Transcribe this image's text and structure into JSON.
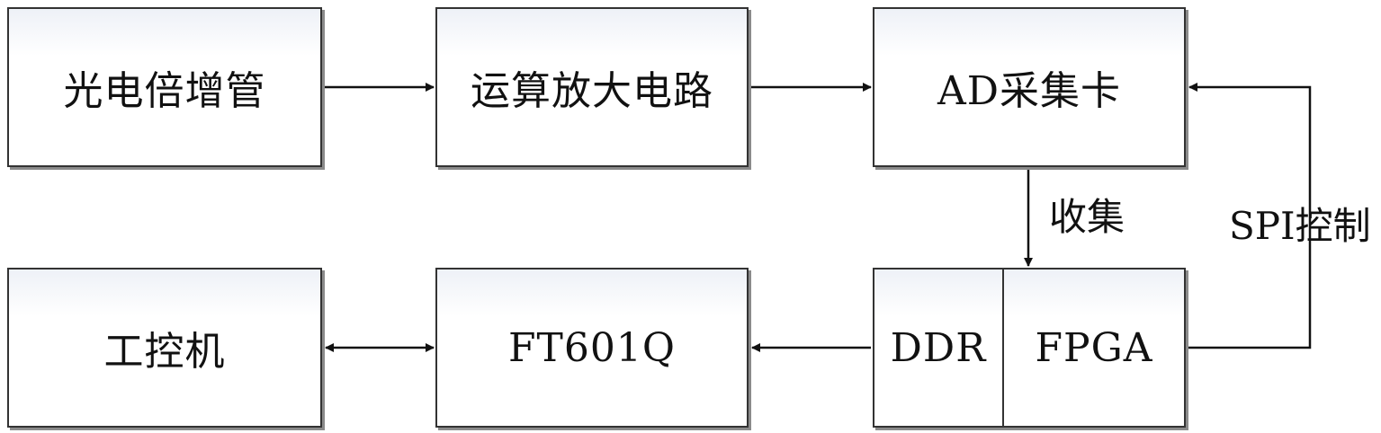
{
  "nodes": {
    "pmt": "光电倍增管",
    "opamp": "运算放大电路",
    "ad_card": "AD采集卡",
    "ipc": "工控机",
    "ft601q": "FT601Q",
    "ddr": "DDR",
    "fpga": "FPGA"
  },
  "edges": {
    "collect": "收集",
    "spi_control": "SPI控制"
  }
}
